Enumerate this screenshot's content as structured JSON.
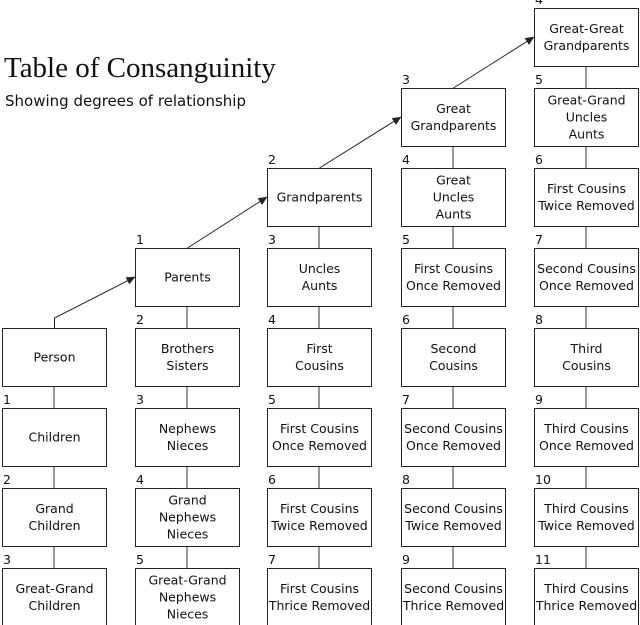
{
  "title": "Table of Consanguinity",
  "subtitle": "Showing degrees of relationship",
  "columns": [
    {
      "cells": [
        {
          "row": 3,
          "degree": "",
          "lines": [
            "Person"
          ]
        },
        {
          "row": 4,
          "degree": "1",
          "lines": [
            "Children"
          ]
        },
        {
          "row": 5,
          "degree": "2",
          "lines": [
            "Grand",
            "Children"
          ]
        },
        {
          "row": 6,
          "degree": "3",
          "lines": [
            "Great-Grand",
            "Children"
          ]
        }
      ]
    },
    {
      "cells": [
        {
          "row": 2,
          "degree": "1",
          "lines": [
            "Parents"
          ]
        },
        {
          "row": 3,
          "degree": "2",
          "lines": [
            "Brothers",
            "Sisters"
          ]
        },
        {
          "row": 4,
          "degree": "3",
          "lines": [
            "Nephews",
            "Nieces"
          ]
        },
        {
          "row": 5,
          "degree": "4",
          "lines": [
            "Grand",
            "Nephews",
            "Nieces"
          ]
        },
        {
          "row": 6,
          "degree": "5",
          "lines": [
            "Great-Grand",
            "Nephews",
            "Nieces"
          ]
        }
      ]
    },
    {
      "cells": [
        {
          "row": 1,
          "degree": "2",
          "lines": [
            "Grandparents"
          ]
        },
        {
          "row": 2,
          "degree": "3",
          "lines": [
            "Uncles",
            "Aunts"
          ]
        },
        {
          "row": 3,
          "degree": "4",
          "lines": [
            "First",
            "Cousins"
          ]
        },
        {
          "row": 4,
          "degree": "5",
          "lines": [
            "First Cousins",
            "Once Removed"
          ]
        },
        {
          "row": 5,
          "degree": "6",
          "lines": [
            "First Cousins",
            "Twice Removed"
          ]
        },
        {
          "row": 6,
          "degree": "7",
          "lines": [
            "First Cousins",
            "Thrice Removed"
          ]
        }
      ]
    },
    {
      "cells": [
        {
          "row": 0,
          "degree": "3",
          "lines": [
            "Great",
            "Grandparents"
          ]
        },
        {
          "row": 1,
          "degree": "4",
          "lines": [
            "Great",
            "Uncles",
            "Aunts"
          ]
        },
        {
          "row": 2,
          "degree": "5",
          "lines": [
            "First Cousins",
            "Once Removed"
          ]
        },
        {
          "row": 3,
          "degree": "6",
          "lines": [
            "Second",
            "Cousins"
          ]
        },
        {
          "row": 4,
          "degree": "7",
          "lines": [
            "Second Cousins",
            "Once Removed"
          ]
        },
        {
          "row": 5,
          "degree": "8",
          "lines": [
            "Second Cousins",
            "Twice Removed"
          ]
        },
        {
          "row": 6,
          "degree": "9",
          "lines": [
            "Second Cousins",
            "Thrice Removed"
          ]
        }
      ]
    },
    {
      "cells": [
        {
          "row": -1,
          "degree": "4",
          "lines": [
            "Great-Great",
            "Grandparents"
          ]
        },
        {
          "row": 0,
          "degree": "5",
          "lines": [
            "Great-Grand",
            "Uncles",
            "Aunts"
          ]
        },
        {
          "row": 1,
          "degree": "6",
          "lines": [
            "First Cousins",
            "Twice Removed"
          ]
        },
        {
          "row": 2,
          "degree": "7",
          "lines": [
            "Second Cousins",
            "Once Removed"
          ]
        },
        {
          "row": 3,
          "degree": "8",
          "lines": [
            "Third",
            "Cousins"
          ]
        },
        {
          "row": 4,
          "degree": "9",
          "lines": [
            "Third Cousins",
            "Once Removed"
          ]
        },
        {
          "row": 5,
          "degree": "10",
          "lines": [
            "Third Cousins",
            "Twice Removed"
          ]
        },
        {
          "row": 6,
          "degree": "11",
          "lines": [
            "Third Cousins",
            "Thrice Removed"
          ]
        }
      ]
    }
  ]
}
